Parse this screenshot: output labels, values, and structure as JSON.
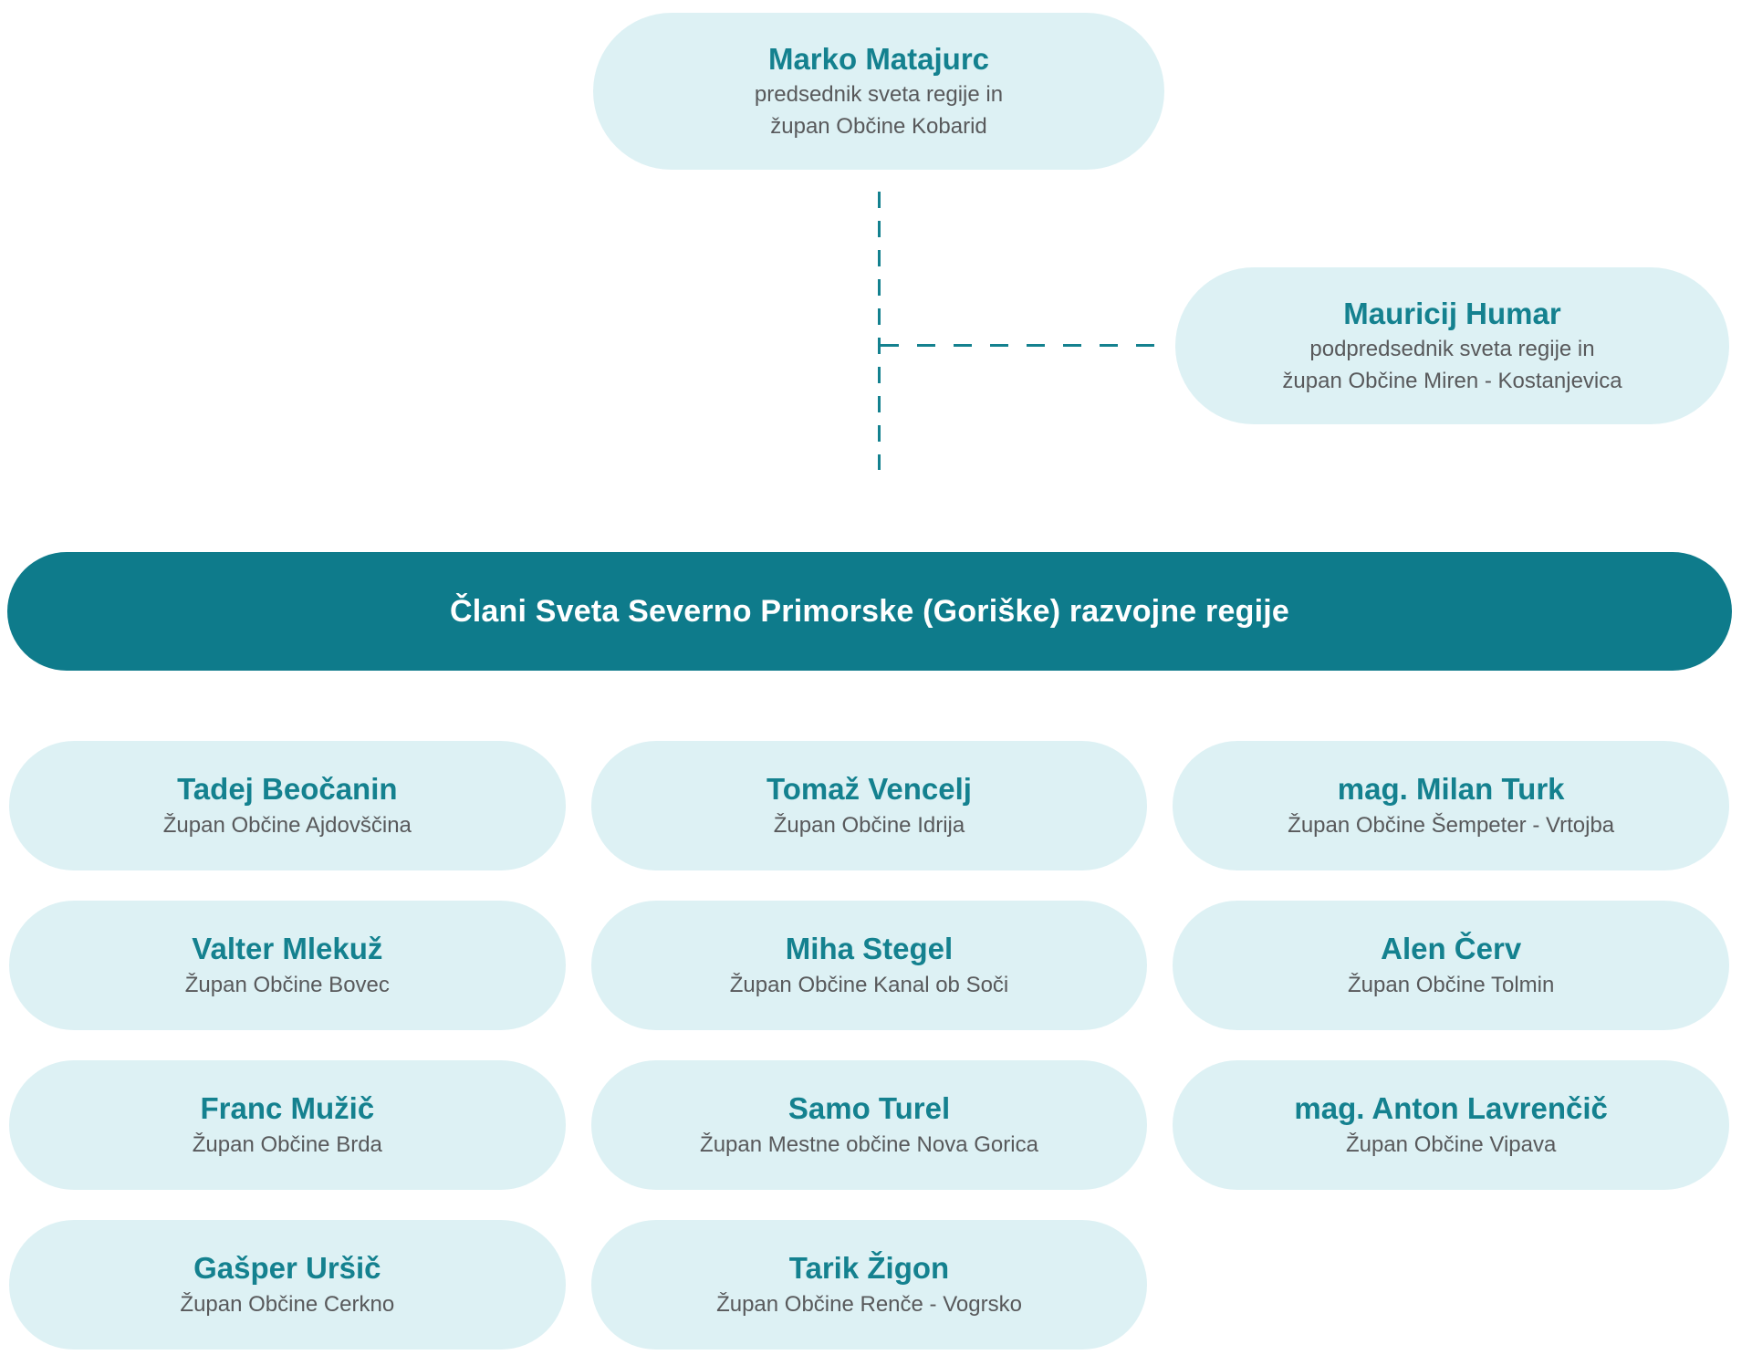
{
  "org_chart": {
    "president": {
      "name": "Marko Matajurc",
      "role_line1": "predsednik sveta regije in",
      "role_line2": "župan Občine Kobarid"
    },
    "vice_president": {
      "name": "Mauricij Humar",
      "role_line1": "podpredsednik sveta regije in",
      "role_line2": "župan Občine Miren - Kostanjevica"
    },
    "banner": {
      "title": "Člani Sveta Severno Primorske (Goriške) razvojne regije"
    },
    "members": [
      {
        "name": "Tadej Beočanin",
        "role": "Župan Občine Ajdovščina"
      },
      {
        "name": "Tomaž Vencelj",
        "role": "Župan Občine Idrija"
      },
      {
        "name": "mag. Milan Turk",
        "role": "Župan Občine Šempeter - Vrtojba"
      },
      {
        "name": "Valter Mlekuž",
        "role": "Župan Občine Bovec"
      },
      {
        "name": "Miha Stegel",
        "role": "Župan Občine Kanal ob Soči"
      },
      {
        "name": "Alen Červ",
        "role": "Župan Občine Tolmin"
      },
      {
        "name": "Franc Mužič",
        "role": "Župan Občine Brda"
      },
      {
        "name": "Samo Turel",
        "role": "Župan Mestne občine Nova Gorica"
      },
      {
        "name": "mag. Anton Lavrenčič",
        "role": "Župan Občine Vipava"
      },
      {
        "name": "Gašper Uršič",
        "role": "Župan Občine Cerkno"
      },
      {
        "name": "Tarik Žigon",
        "role": "Župan Občine Renče - Vogrsko"
      }
    ],
    "colors": {
      "accent_teal": "#14818f",
      "banner_teal": "#0e7b8b",
      "card_background": "#ddf1f4",
      "subtitle_gray": "#58595b"
    }
  }
}
